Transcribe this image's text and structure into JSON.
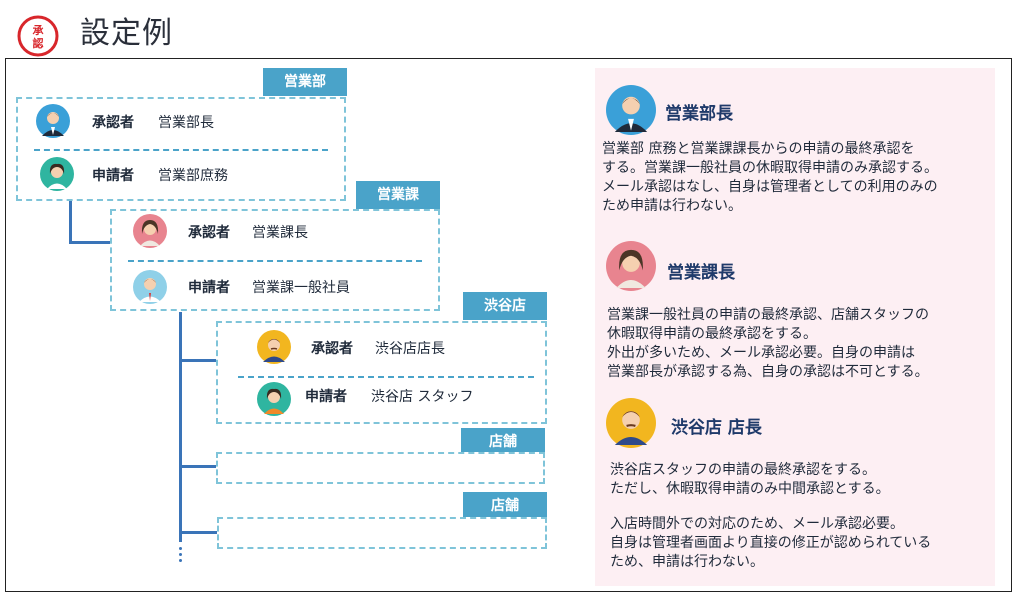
{
  "header": {
    "stamp_line1": "承",
    "stamp_line2": "認",
    "title": "設定例"
  },
  "colors": {
    "accent": "#4aa3c9",
    "connector": "#3a74b8",
    "panel_bg": "#fdeff3"
  },
  "tree": {
    "sales_dept": {
      "tag": "営業部",
      "approver_role": "承認者",
      "approver_name": "営業部長",
      "applicant_role": "申請者",
      "applicant_name": "営業部庶務"
    },
    "sales_section": {
      "tag": "営業課",
      "approver_role": "承認者",
      "approver_name": "営業課長",
      "applicant_role": "申請者",
      "applicant_name": "営業課一般社員"
    },
    "shibuya": {
      "tag": "渋谷店",
      "approver_role": "承認者",
      "approver_name": "渋谷店店長",
      "applicant_role": "申請者",
      "applicant_name": "渋谷店 スタッフ"
    },
    "store1": {
      "tag": "店舗"
    },
    "store2": {
      "tag": "店舗"
    }
  },
  "panel": {
    "sections": [
      {
        "name": "営業部長",
        "lines": [
          "営業部 庶務と営業課課長からの申請の最終承認を",
          "する。営業課一般社員の休暇取得申請のみ承認する。",
          "メール承認はなし、自身は管理者としての利用のみの",
          "ため申請は行わない。"
        ]
      },
      {
        "name": "営業課長",
        "lines": [
          "営業課一般社員の申請の最終承認、店舗スタッフの",
          "休暇取得申請の最終承認をする。",
          "外出が多いため、メール承認必要。自身の申請は",
          "営業部長が承認する為、自身の承認は不可とする。"
        ]
      },
      {
        "name": "渋谷店 店長",
        "lines": [
          "渋谷店スタッフの申請の最終承認をする。",
          "ただし、休暇取得申請のみ中間承認とする。",
          "",
          "入店時間外での対応のため、メール承認必要。",
          "自身は管理者画面より直接の修正が認められている",
          "ため、申請は行わない。"
        ]
      }
    ]
  }
}
